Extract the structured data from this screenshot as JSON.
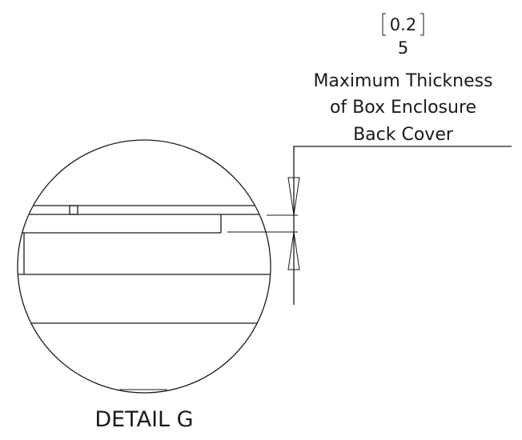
{
  "dimension": {
    "alt_value": "0.2",
    "value": "5",
    "note_line1": "Maximum Thickness",
    "note_line2": "of Box Enclosure",
    "note_line3": "Back Cover"
  },
  "detail_label": "DETAIL G"
}
